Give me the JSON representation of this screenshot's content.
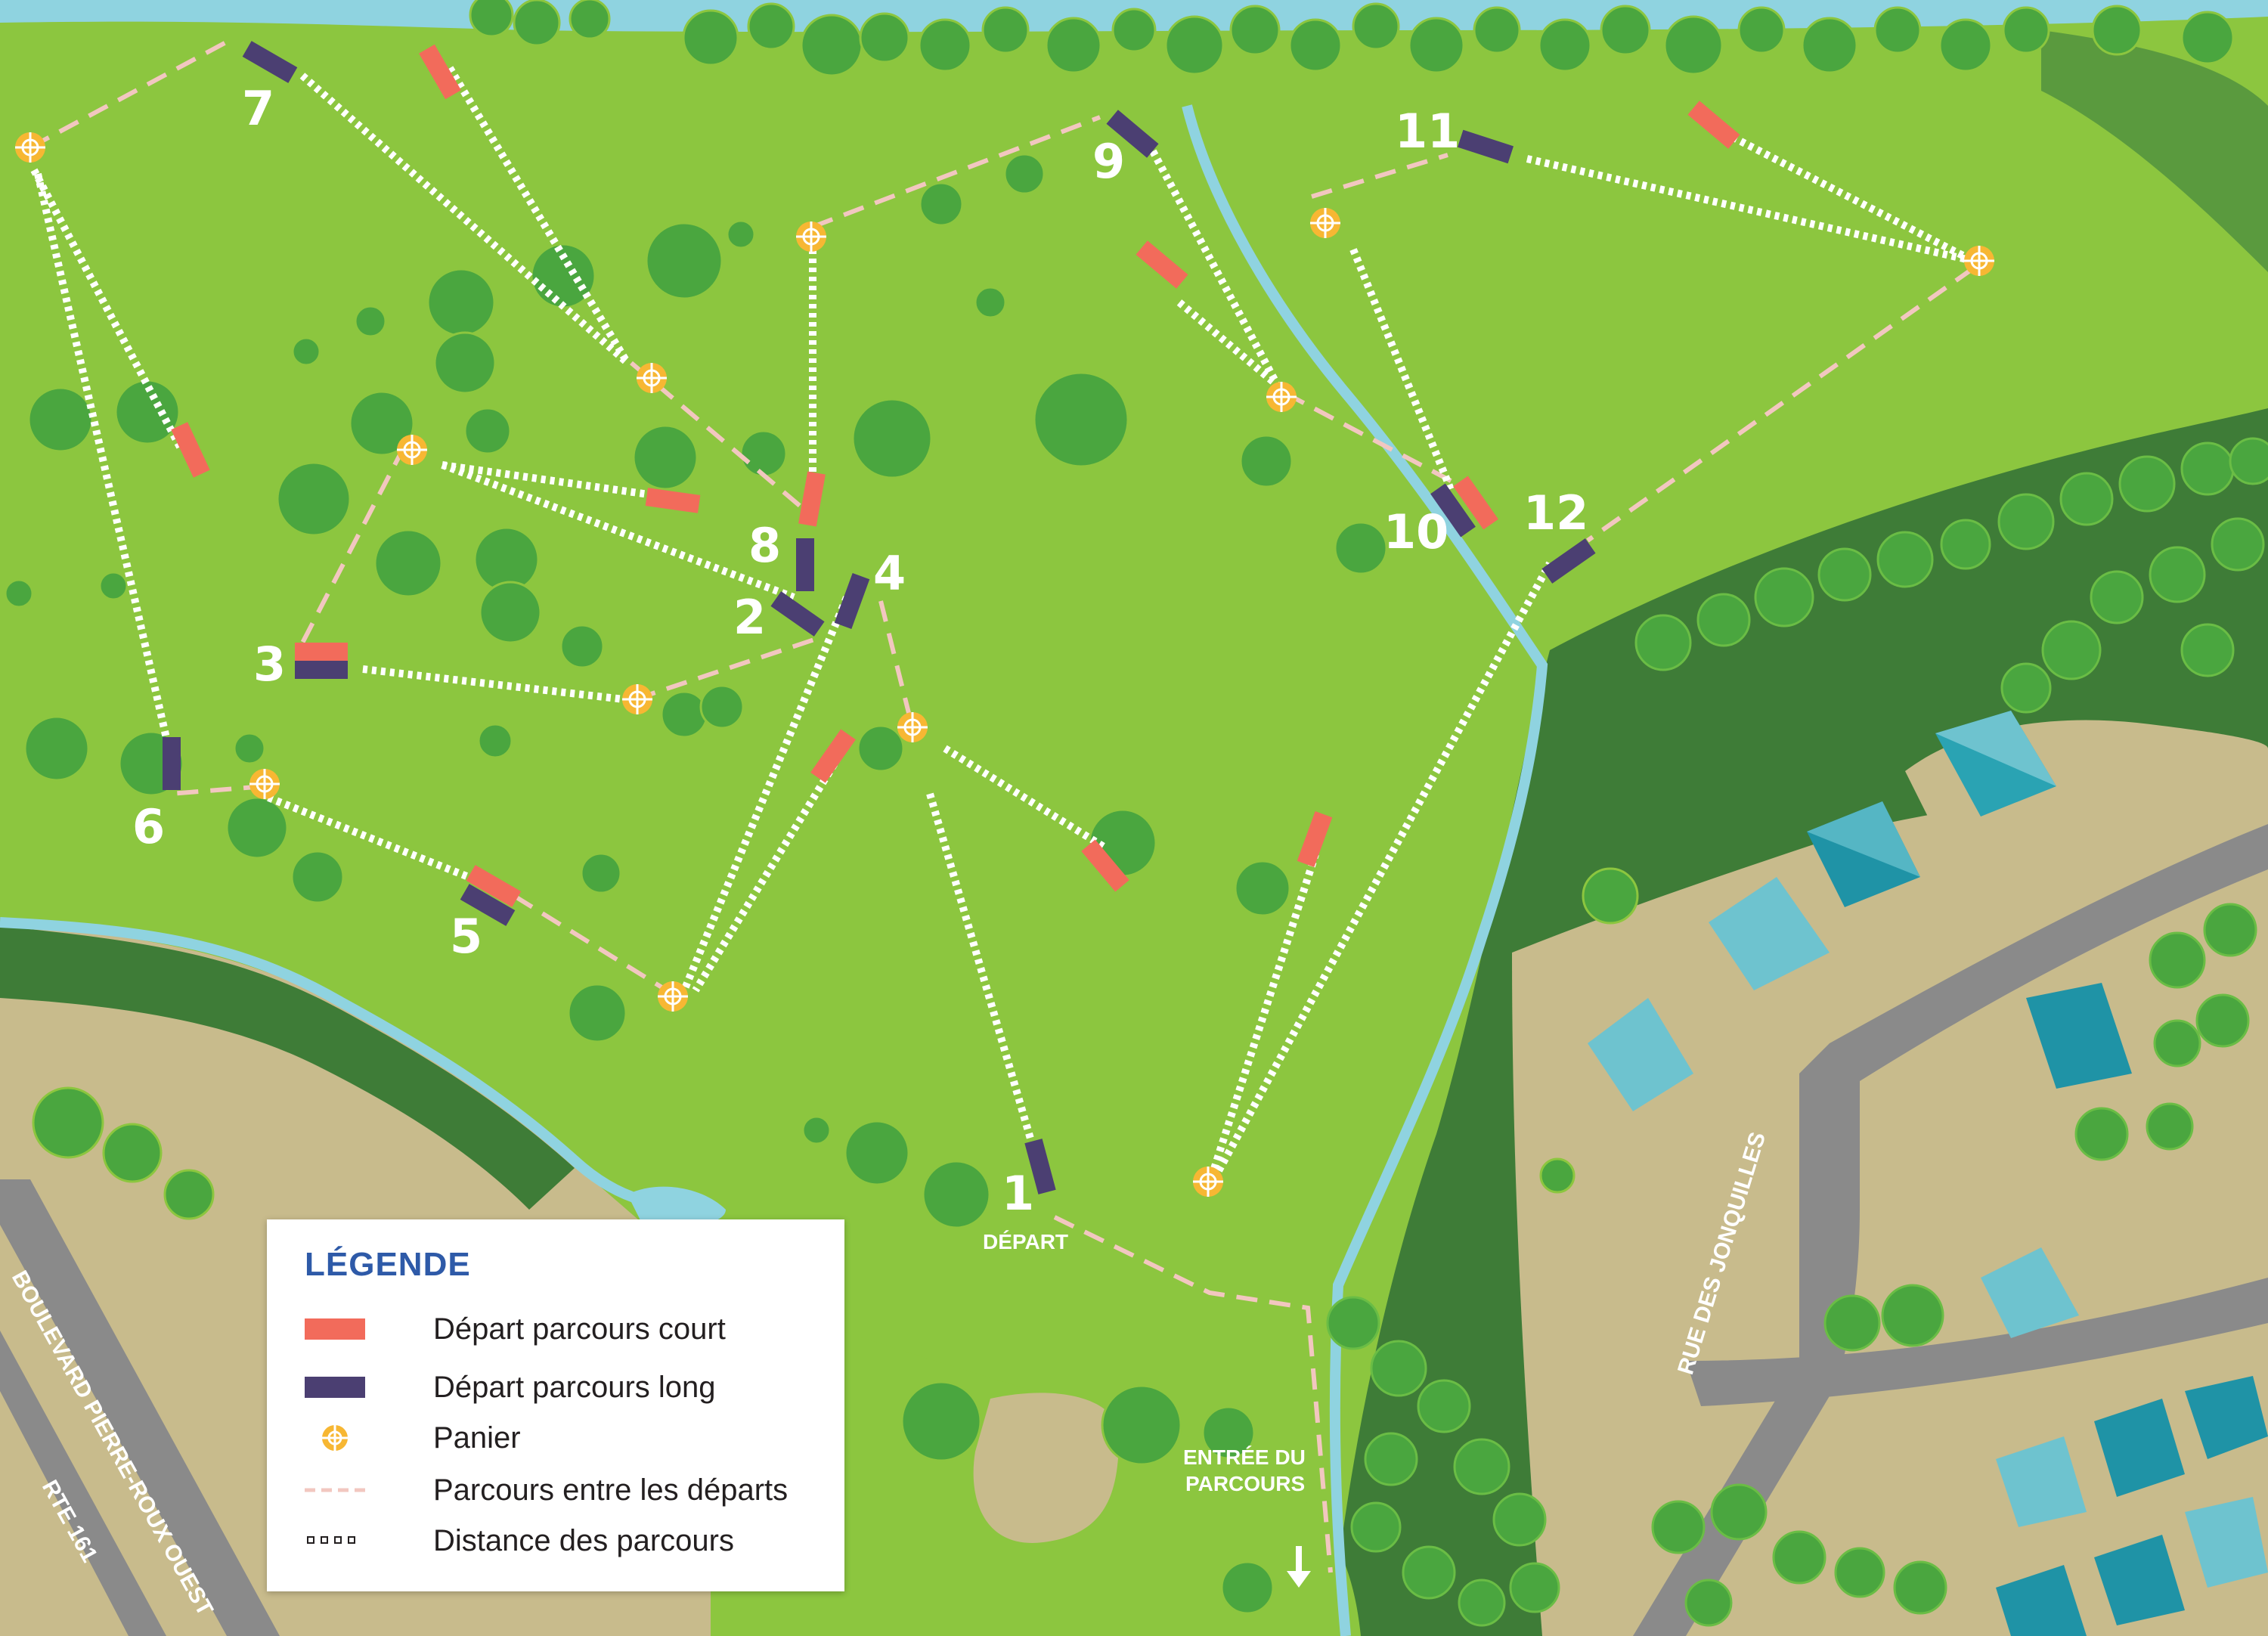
{
  "colors": {
    "grass_light": "#8cc63f",
    "grass_dark": "#3e7c37",
    "water": "#8fd3e0",
    "sand": "#c8bb8c",
    "road": "#8a8a8a",
    "tee_short": "#f26b5b",
    "tee_long": "#4b3f72",
    "basket": "#f7b733",
    "path_between": "#f2c7c0",
    "distance_dots": "#ffffff",
    "legend_title": "#2e5aa8"
  },
  "map": {
    "holes": [
      {
        "id": "1",
        "label": "1"
      },
      {
        "id": "2",
        "label": "2"
      },
      {
        "id": "3",
        "label": "3"
      },
      {
        "id": "4",
        "label": "4"
      },
      {
        "id": "5",
        "label": "5"
      },
      {
        "id": "6",
        "label": "6"
      },
      {
        "id": "7",
        "label": "7"
      },
      {
        "id": "8",
        "label": "8"
      },
      {
        "id": "9",
        "label": "9"
      },
      {
        "id": "10",
        "label": "10"
      },
      {
        "id": "11",
        "label": "11"
      },
      {
        "id": "12",
        "label": "12"
      }
    ],
    "depart_label": "DÉPART",
    "entree_label_line1": "ENTRÉE DU",
    "entree_label_line2": "PARCOURS",
    "streets": {
      "boulevard": "BOULEVARD PIERRE-ROUX OUEST",
      "route": "RTE 161",
      "rue": "RUE DES JONQUILLES"
    }
  },
  "legend": {
    "title": "LÉGENDE",
    "items": [
      {
        "label": "Départ parcours court",
        "icon": "tee-short-icon"
      },
      {
        "label": "Départ parcours long",
        "icon": "tee-long-icon"
      },
      {
        "label": "Panier",
        "icon": "basket-icon"
      },
      {
        "label": "Parcours entre les départs",
        "icon": "path-dash-icon"
      },
      {
        "label": "Distance des parcours",
        "icon": "distance-dots-icon"
      }
    ]
  }
}
